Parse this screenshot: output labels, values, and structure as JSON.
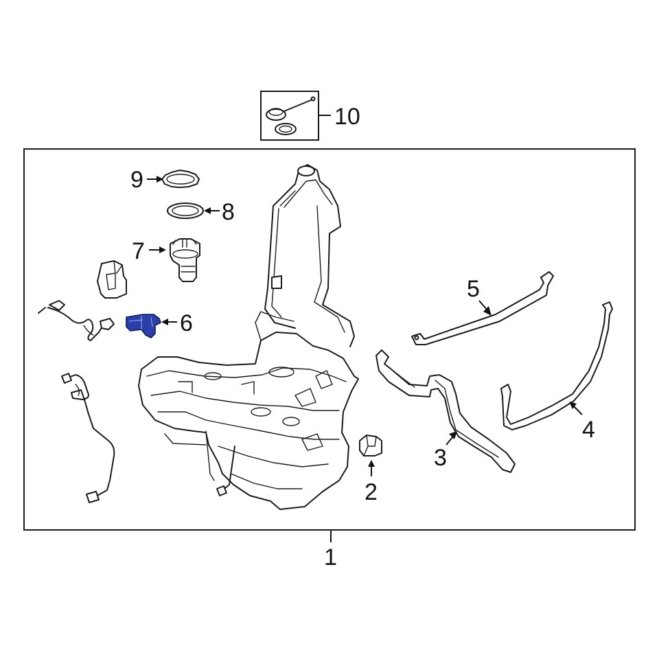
{
  "callouts": {
    "c1": "1",
    "c2": "2",
    "c3": "3",
    "c4": "4",
    "c5": "5",
    "c6": "6",
    "c7": "7",
    "c8": "8",
    "c9": "9",
    "c10": "10"
  },
  "colors": {
    "highlight_part": "#2b3fa8",
    "line": "#1a1a1a"
  }
}
